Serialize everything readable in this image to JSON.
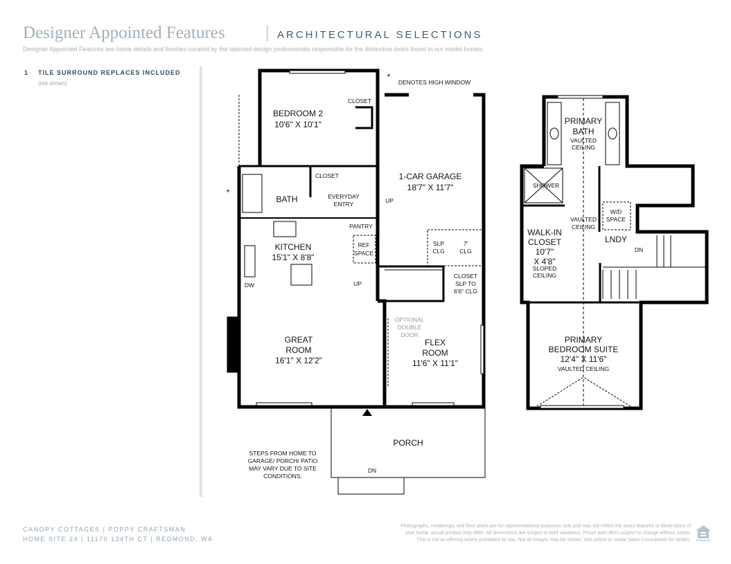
{
  "header": {
    "title": "Designer Appointed Features",
    "subtitle": "ARCHITECTURAL SELECTIONS",
    "description": "Designer Appointed Features are home details and finishes curated by the talented design professionals responsible for the distinctive looks found in our model homes."
  },
  "features": [
    {
      "number": "1",
      "label": "TILE SURROUND REPLACES INCLUDED",
      "note": "(not shown)"
    }
  ],
  "plan": {
    "high_window_note": "DENOTES HIGH WINDOW",
    "asterisk": "*",
    "main": {
      "bedroom2": {
        "name": "BEDROOM 2",
        "size": "10'6\" X 10'1\""
      },
      "closet1": "CLOSET",
      "closet2": "CLOSET",
      "garage": {
        "name": "1-CAR GARAGE",
        "size": "18'7\" X 11'7\""
      },
      "bath": "BATH",
      "entry": [
        "EVERYDAY",
        "ENTRY"
      ],
      "up1": "UP",
      "up2": "UP",
      "pantry": "PANTRY",
      "ref": [
        "REF",
        "SPACE"
      ],
      "kitchen": {
        "name": "KITCHEN",
        "size": "15'1\" X 8'8\""
      },
      "dw": "DW",
      "slp": [
        "SLP",
        "CLG"
      ],
      "seven": [
        "7'",
        "CLG"
      ],
      "closet3": [
        "CLOSET",
        "SLP TO",
        "6'6\" CLG"
      ],
      "optional": [
        "OPTIONAL",
        "DOUBLE",
        "DOOR"
      ],
      "great": {
        "name": [
          "GREAT",
          "ROOM"
        ],
        "size": "16'1\" X 12'2\""
      },
      "flex": {
        "name": [
          "FLEX",
          "ROOM"
        ],
        "size": "11'6\" X 11'1\""
      },
      "porch": "PORCH",
      "dn": "DN",
      "steps_note": [
        "STEPS FROM HOME TO",
        "GARAGE/ PORCH/ PATIO",
        "MAY VARY DUE TO SITE",
        "CONDITIONS."
      ]
    },
    "upper": {
      "bath": {
        "name": [
          "PRIMARY",
          "BATH"
        ],
        "note": [
          "VAULTED",
          "CEILING"
        ]
      },
      "shower": "SHOWER",
      "vaulted": [
        "VAULTED",
        "CEILING"
      ],
      "wd": [
        "W/D",
        "SPACE"
      ],
      "lndy": "LNDY",
      "closet": {
        "name": [
          "WALK-IN",
          "CLOSET"
        ],
        "size": [
          "10'7\"",
          "X 4'8\""
        ],
        "note": [
          "SLOPED",
          "CEILING"
        ]
      },
      "dn": "DN",
      "suite": {
        "name": [
          "PRIMARY",
          "BEDROOM SUITE"
        ],
        "size": "12'4\" X 11'6\"",
        "note": "VAULTED CEILING"
      }
    }
  },
  "footer": {
    "line1": "CANOPY COTTAGES  |  POPPY CRAFTSMAN",
    "line2": "HOME SITE 24  |  11170 134TH CT  |  REDMOND, WA",
    "legal": [
      "Photographs, renderings, and floor plans are for representational purposes only and may not reflect the exact features or dimensions of",
      "your home; actual product may differ. All dimensions are subject to field variations. Prices and offers subject to change without notice.",
      "This is not an offering where prohibited by law. Not all images may be shown. See online or onsite Sales Consultants for details."
    ]
  }
}
